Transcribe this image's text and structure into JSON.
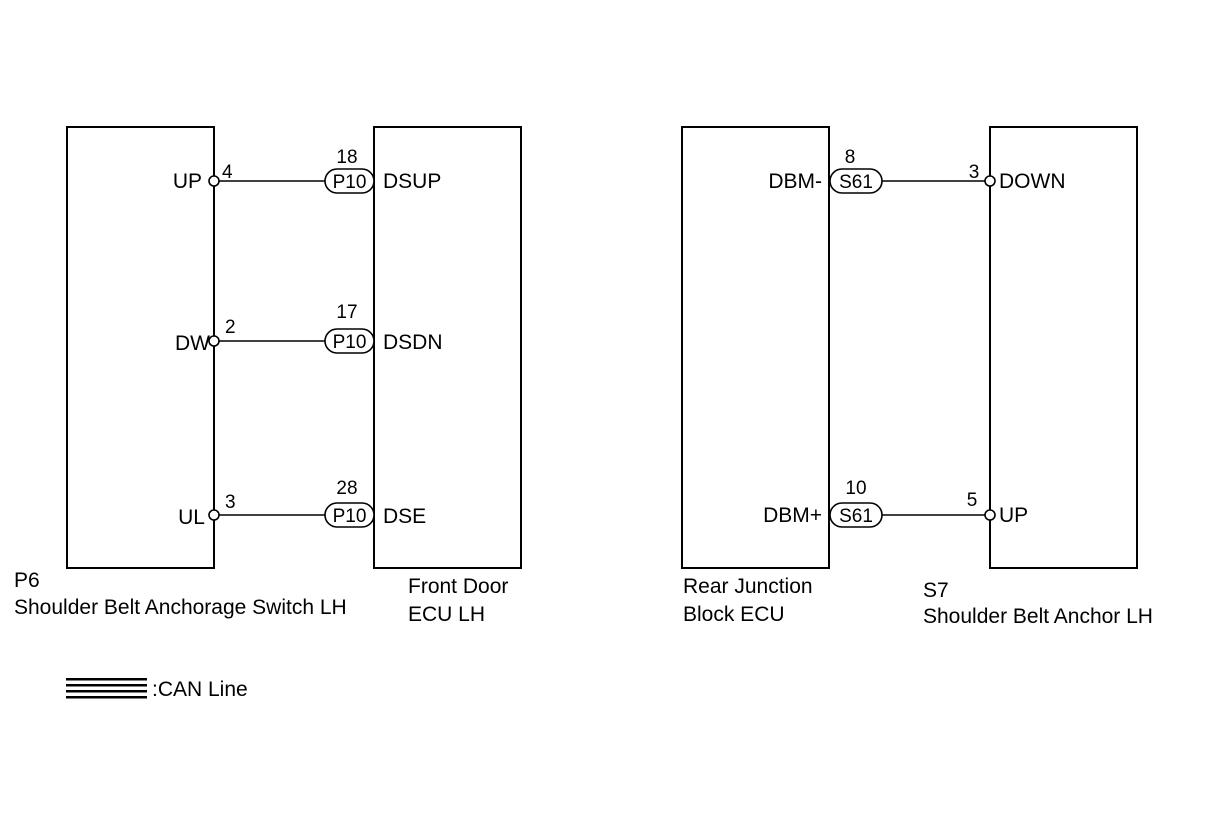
{
  "components": {
    "p6": {
      "code": "P6",
      "name": "Shoulder Belt Anchorage Switch LH"
    },
    "front_door_ecu": {
      "name_line1": "Front Door",
      "name_line2": "ECU LH"
    },
    "rear_junction": {
      "name_line1": "Rear Junction",
      "name_line2": "Block ECU"
    },
    "s7": {
      "code": "S7",
      "name": "Shoulder Belt Anchor LH"
    }
  },
  "left_circuit": {
    "connections": [
      {
        "from_terminal": "UP",
        "from_pin": "4",
        "connector": "P10",
        "to_pin": "18",
        "to_terminal": "DSUP"
      },
      {
        "from_terminal": "DW",
        "from_pin": "2",
        "connector": "P10",
        "to_pin": "17",
        "to_terminal": "DSDN"
      },
      {
        "from_terminal": "UL",
        "from_pin": "3",
        "connector": "P10",
        "to_pin": "28",
        "to_terminal": "DSE"
      }
    ]
  },
  "right_circuit": {
    "connections": [
      {
        "from_terminal": "DBM-",
        "connector": "S61",
        "from_pin": "8",
        "to_pin": "3",
        "to_terminal": "DOWN"
      },
      {
        "from_terminal": "DBM+",
        "connector": "S61",
        "from_pin": "10",
        "to_pin": "5",
        "to_terminal": "UP"
      }
    ]
  },
  "legend": {
    "can_line_label": ":CAN Line"
  }
}
